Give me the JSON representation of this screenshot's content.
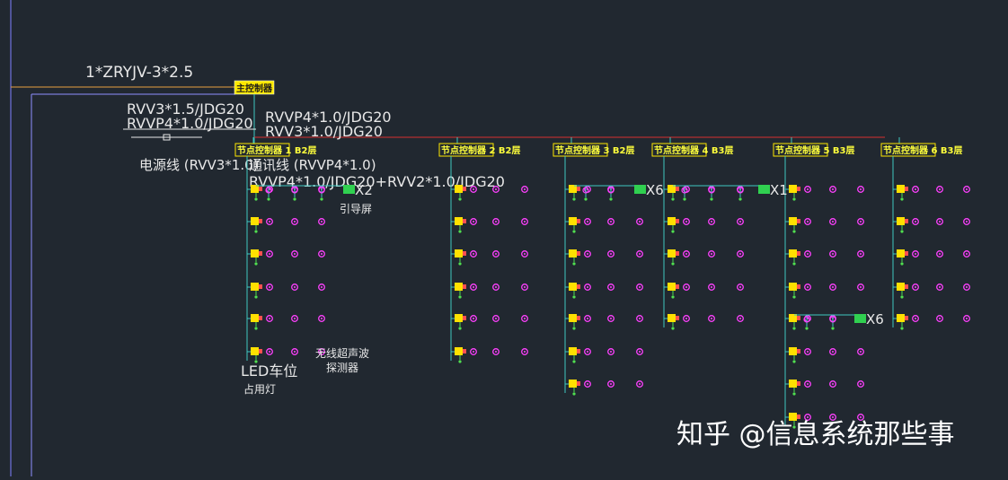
{
  "cable_main": "1*ZRYJV-3*2.5",
  "main_controller": "主控制器",
  "cables": {
    "power_left_1": "RVV3*1.5/JDG20",
    "power_left_2": "RVVP4*1.0/JDG20",
    "bus_1": "RVVP4*1.0/JDG20",
    "bus_2": "RVV3*1.0/JDG20",
    "power_line": "电源线 (RVV3*1.0)",
    "comm_line": "通讯线 (RVVP4*1.0)",
    "combined": "RVVP4*1.0/JDG20+RVV2*1.0/JDG20"
  },
  "node_controllers": [
    "节点控制器 1  B2层",
    "节点控制器 2  B2层",
    "节点控制器 3  B2层",
    "节点控制器 4  B3层",
    "节点控制器 5  B3层",
    "节点控制器 6  B3层"
  ],
  "guide_screens": [
    {
      "mult": "X2",
      "label": "引导屏"
    },
    {
      "mult": "X6"
    },
    {
      "mult": "X1"
    },
    {
      "mult": "X6"
    }
  ],
  "legend": {
    "led_1": "LED车位",
    "led_2": "占用灯",
    "sensor_1": "无线超声波",
    "sensor_2": "探测器"
  },
  "watermark": "知乎 @信息系统那些事",
  "colors": {
    "background": "#212830",
    "wire": "#3fc7c0",
    "trunk": "#d83030",
    "detector": "#ff40ff",
    "led": "#ffe000",
    "screen": "#30d050",
    "frame": "#8080ff"
  }
}
